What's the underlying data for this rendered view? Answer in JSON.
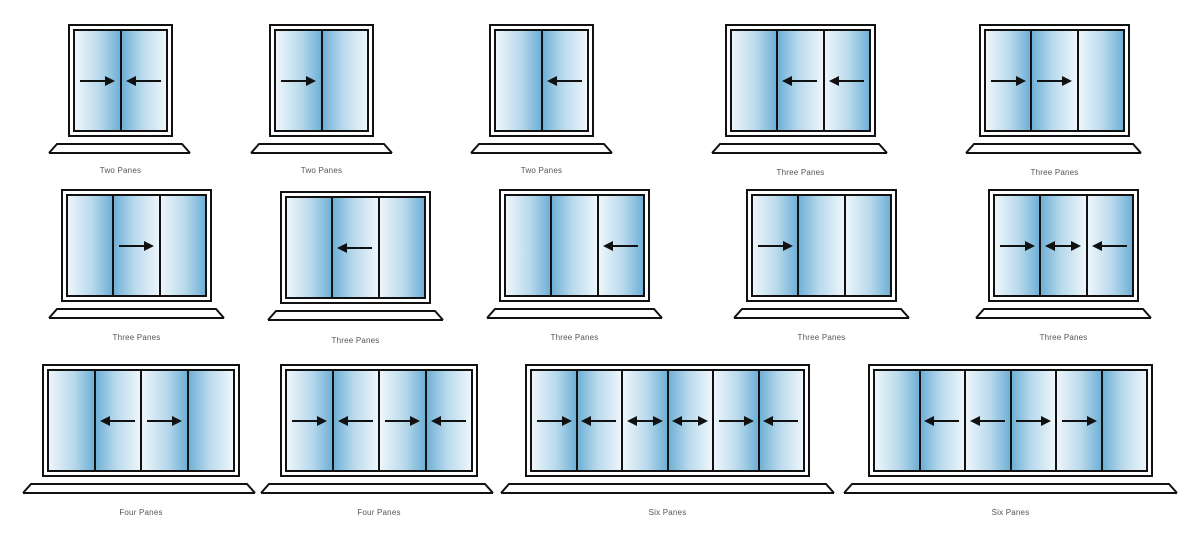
{
  "colors": {
    "frame": "#111111",
    "glass_light": "#eef6fb",
    "glass_dark": "#6fb0d6",
    "caption": "#555555"
  },
  "windows": [
    {
      "caption": "Two Panes",
      "panes": [
        {
          "arrow": "right"
        },
        {
          "arrow": "left"
        }
      ]
    },
    {
      "caption": "Two Panes",
      "panes": [
        {
          "arrow": "right"
        },
        {
          "arrow": "none"
        }
      ]
    },
    {
      "caption": "Two Panes",
      "panes": [
        {
          "arrow": "none"
        },
        {
          "arrow": "left"
        }
      ]
    },
    {
      "caption": "Three Panes",
      "panes": [
        {
          "arrow": "none"
        },
        {
          "arrow": "left"
        },
        {
          "arrow": "left"
        }
      ]
    },
    {
      "caption": "Three Panes",
      "panes": [
        {
          "arrow": "right"
        },
        {
          "arrow": "right"
        },
        {
          "arrow": "none"
        }
      ]
    },
    {
      "caption": "Three Panes",
      "panes": [
        {
          "arrow": "none"
        },
        {
          "arrow": "right"
        },
        {
          "arrow": "none"
        }
      ]
    },
    {
      "caption": "Three Panes",
      "panes": [
        {
          "arrow": "none"
        },
        {
          "arrow": "left"
        },
        {
          "arrow": "none"
        }
      ]
    },
    {
      "caption": "Three Panes",
      "panes": [
        {
          "arrow": "none"
        },
        {
          "arrow": "none"
        },
        {
          "arrow": "left"
        }
      ]
    },
    {
      "caption": "Three Panes",
      "panes": [
        {
          "arrow": "right"
        },
        {
          "arrow": "none"
        },
        {
          "arrow": "none"
        }
      ]
    },
    {
      "caption": "Three Panes",
      "panes": [
        {
          "arrow": "right"
        },
        {
          "arrow": "both"
        },
        {
          "arrow": "left"
        }
      ]
    },
    {
      "caption": "Four Panes",
      "panes": [
        {
          "arrow": "none"
        },
        {
          "arrow": "left"
        },
        {
          "arrow": "right"
        },
        {
          "arrow": "none"
        }
      ]
    },
    {
      "caption": "Four Panes",
      "panes": [
        {
          "arrow": "right"
        },
        {
          "arrow": "left"
        },
        {
          "arrow": "right"
        },
        {
          "arrow": "left"
        }
      ]
    },
    {
      "caption": "Six Panes",
      "panes": [
        {
          "arrow": "right"
        },
        {
          "arrow": "left"
        },
        {
          "arrow": "both"
        },
        {
          "arrow": "both"
        },
        {
          "arrow": "right"
        },
        {
          "arrow": "left"
        }
      ]
    },
    {
      "caption": "Six Panes",
      "panes": [
        {
          "arrow": "none"
        },
        {
          "arrow": "left"
        },
        {
          "arrow": "left"
        },
        {
          "arrow": "right"
        },
        {
          "arrow": "right"
        },
        {
          "arrow": "none"
        }
      ]
    }
  ]
}
